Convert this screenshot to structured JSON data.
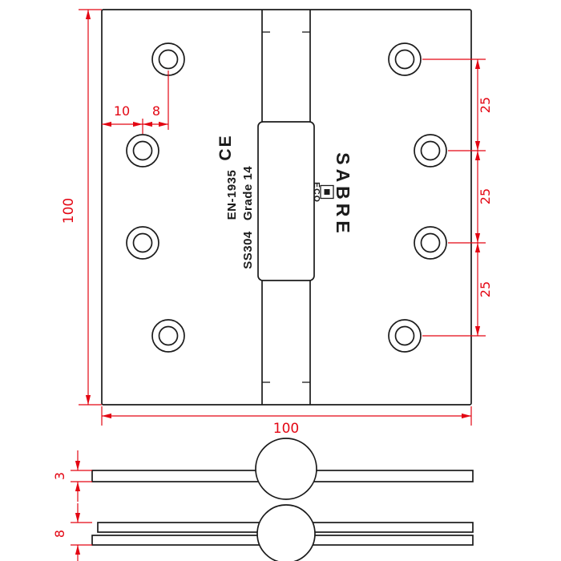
{
  "front_view": {
    "dim_height": "100",
    "dim_width": "100",
    "dim_hole_edge": "10",
    "dim_hole_offset": "8",
    "dim_hole_spacing": [
      "25",
      "25",
      "25"
    ],
    "markings": {
      "ce_mark": "CE",
      "standard": "EN-1935",
      "grade": "Grade 14",
      "material": "SS304",
      "brand": "SABRE",
      "brand_eco": "ECO"
    }
  },
  "side_views": {
    "single_leaf_thickness": "3",
    "paired_thickness": "8"
  },
  "colors": {
    "dimension_red": "#e30613",
    "drawing_black": "#1b1b1b",
    "background": "#ffffff"
  }
}
